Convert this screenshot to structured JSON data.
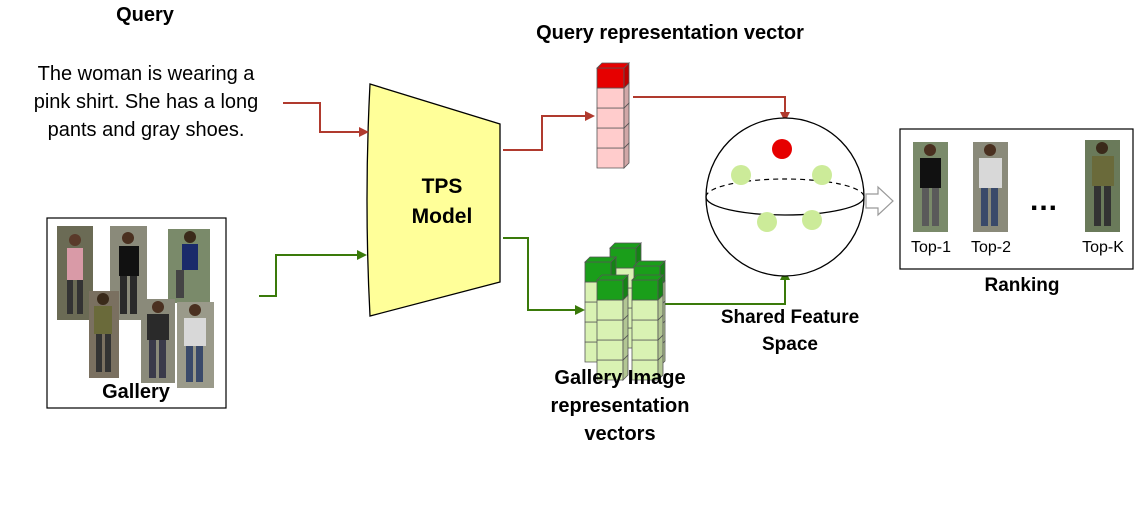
{
  "query": {
    "title": "Query",
    "text_lines": [
      "The woman is wearing a",
      "pink shirt. She has a long",
      "pants and gray shoes."
    ]
  },
  "model": {
    "label_lines": [
      "TPS",
      "Model"
    ],
    "fill_color": "#ffff99"
  },
  "query_vector": {
    "label": "Query representation vector",
    "top_color": "#e60000",
    "cell_color": "#ffcccc"
  },
  "gallery_vectors": {
    "label_lines": [
      "Gallery Image",
      "representation",
      "vectors"
    ],
    "top_color": "#1a9e1a",
    "cell_color": "#d9f2b3"
  },
  "feature_space": {
    "label_lines": [
      "Shared Feature",
      "Space"
    ],
    "query_point_color": "#e60000",
    "gallery_point_color": "#cceb99"
  },
  "gallery": {
    "label": "Gallery"
  },
  "ranking": {
    "label": "Ranking",
    "items": [
      "Top-1",
      "Top-2",
      "Top-K"
    ],
    "ellipsis": "..."
  },
  "colors": {
    "query_arrow": "#b03a2e",
    "gallery_arrow": "#3a7a0a"
  }
}
